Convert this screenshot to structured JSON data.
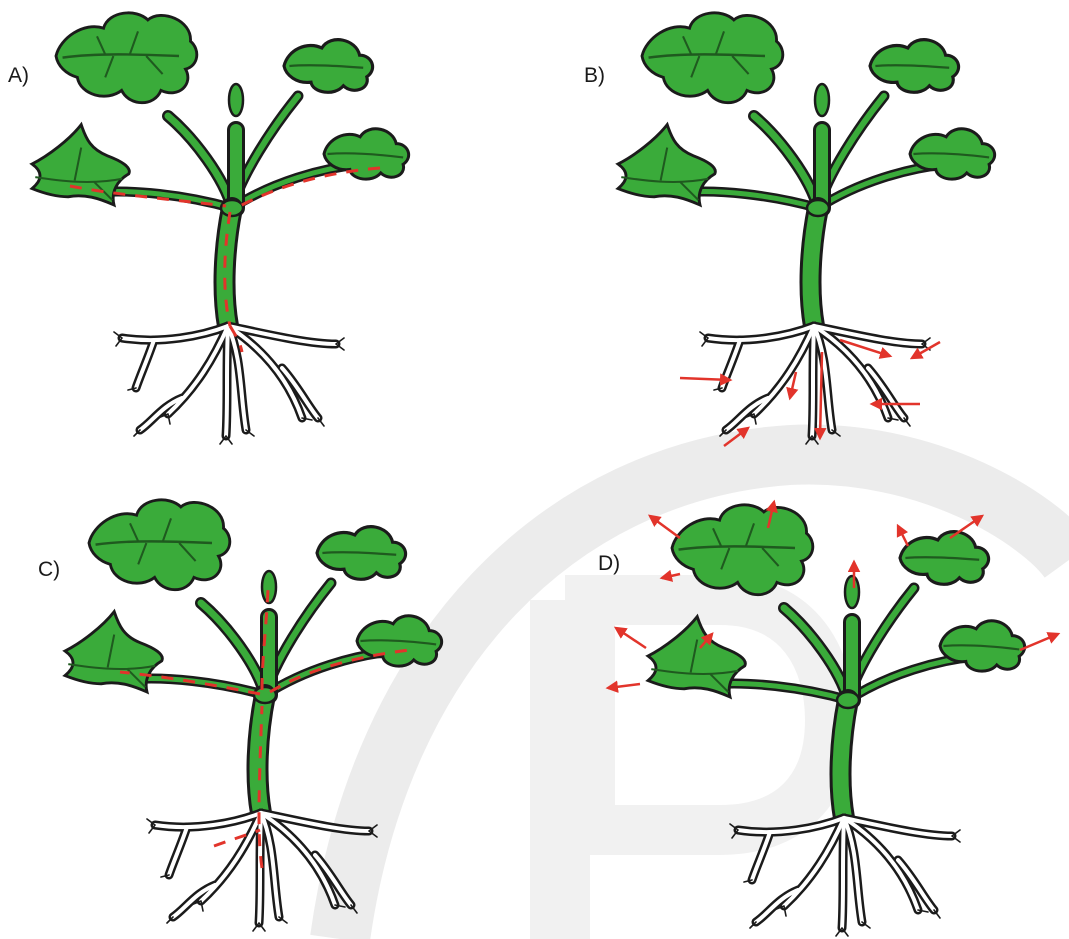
{
  "panels": [
    {
      "id": "a",
      "label": "A)",
      "flow": "leaves-to-roots"
    },
    {
      "id": "b",
      "label": "B)",
      "flow": "uptake-into-roots"
    },
    {
      "id": "c",
      "label": "C)",
      "flow": "roots-to-leaves"
    },
    {
      "id": "d",
      "label": "D)",
      "flow": "release-from-leaves"
    }
  ],
  "colors": {
    "leaf": "#3aab3a",
    "outline": "#1b1b1b",
    "vein": "#1f5a1f",
    "stem": "#3aab3a",
    "root": "#ffffff",
    "flow": "#e2342b",
    "watermark": "#ececec"
  }
}
